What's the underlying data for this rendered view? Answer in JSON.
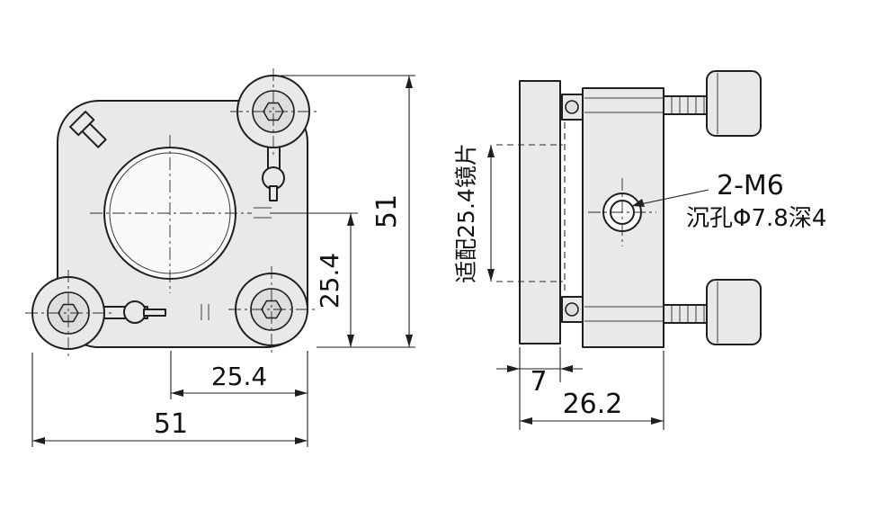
{
  "drawing": {
    "colors": {
      "line": "#1f1f1f",
      "fill": "#e9e9e9",
      "background": "#ffffff"
    },
    "front": {
      "height": "51",
      "center_to_bottom": "25.4",
      "center_to_right": "25.4",
      "width": "51"
    },
    "side": {
      "plate_thickness": "7",
      "total_depth": "26.2",
      "lens_note": "适配25.4镜片",
      "thread_callout": "2-M6",
      "counterbore_callout": "沉孔Φ7.8深4"
    }
  }
}
